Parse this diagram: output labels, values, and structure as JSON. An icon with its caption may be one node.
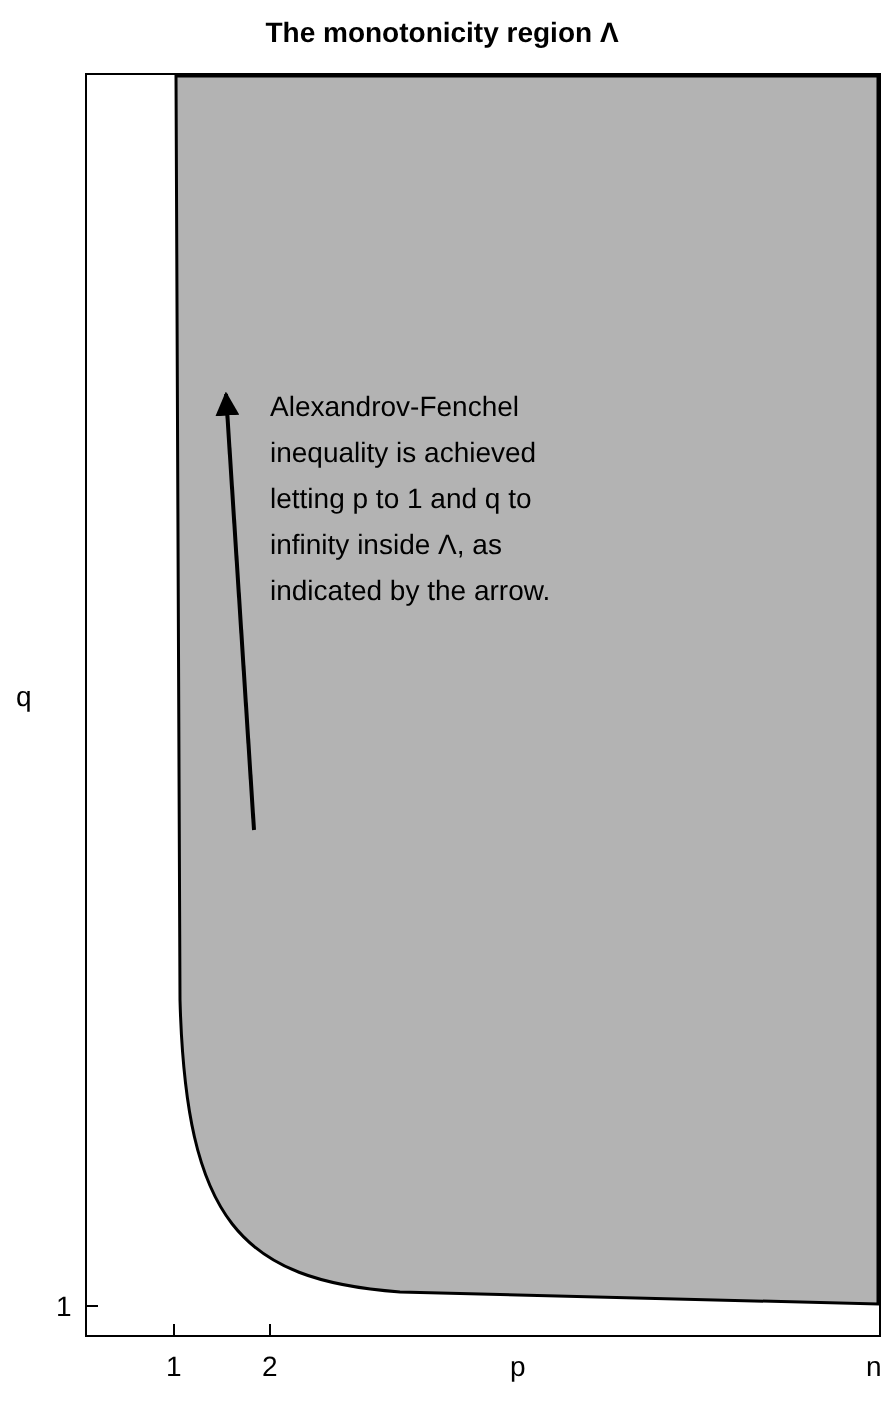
{
  "diagram": {
    "title": "The monotonicity region Λ",
    "labels": [
      "Alexandrov-Fenchel inequality is achieved letting p to 1 and q to infinity inside Λ, as indicated by the arrow.",
      "q",
      "1",
      "1",
      "2",
      "p",
      "n"
    ]
  }
}
